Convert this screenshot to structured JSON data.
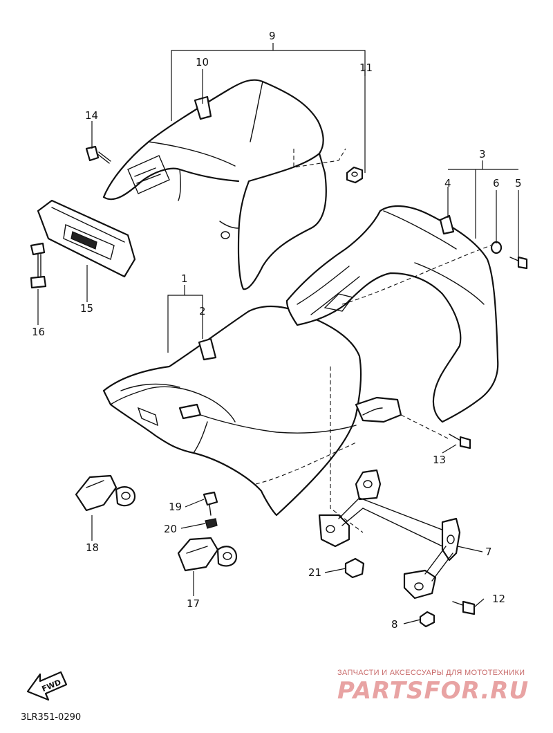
{
  "callouts": {
    "c1": "1",
    "c2": "2",
    "c3": "3",
    "c4": "4",
    "c5": "5",
    "c6": "6",
    "c7": "7",
    "c8": "8",
    "c9": "9",
    "c10": "10",
    "c11": "11",
    "c12": "12",
    "c13": "13",
    "c14": "14",
    "c15": "15",
    "c16": "16",
    "c17": "17",
    "c18": "18",
    "c19": "19",
    "c20": "20",
    "c21": "21"
  },
  "fwd_label": "FWD",
  "diagram_code": "3LR351-0290",
  "watermark": {
    "subtitle": "ЗАПЧАСТИ И АКСЕССУАРЫ ДЛЯ МОТОТЕХНИКИ",
    "brand": "PARTSFOR.RU"
  },
  "colors": {
    "line": "#111111",
    "watermark": "#e8a3a3"
  }
}
